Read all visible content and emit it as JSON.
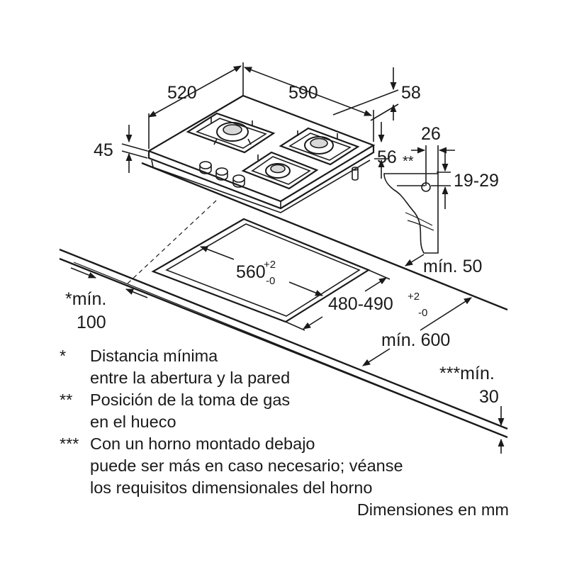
{
  "dimensions": {
    "d520": "520",
    "d590": "590",
    "d58": "58",
    "d45": "45",
    "d26": "26",
    "d56": "56",
    "d56_mark": "**",
    "d19_29": "19-29",
    "min50": "mín. 50",
    "cut_width": "560",
    "cut_width_tol_plus": "+2",
    "cut_width_tol_minus": "-0",
    "cut_depth": "480-490",
    "cut_depth_tol_plus": "+2",
    "cut_depth_tol_minus": "-0",
    "min600": "mín. 600",
    "min100_line1": "*mín.",
    "min100_line2": "100",
    "min30_line1": "***mín.",
    "min30_line2": "30"
  },
  "notes": [
    {
      "marker": "*",
      "lines": [
        "Distancia mínima",
        "entre la abertura y la pared"
      ]
    },
    {
      "marker": "**",
      "lines": [
        "Posición de la toma de gas",
        "en el hueco"
      ]
    },
    {
      "marker": "***",
      "lines": [
        "Con un horno montado debajo",
        "puede ser más en caso necesario; véanse",
        "los requisitos dimensionales del horno"
      ]
    }
  ],
  "units_note": "Dimensiones en mm"
}
